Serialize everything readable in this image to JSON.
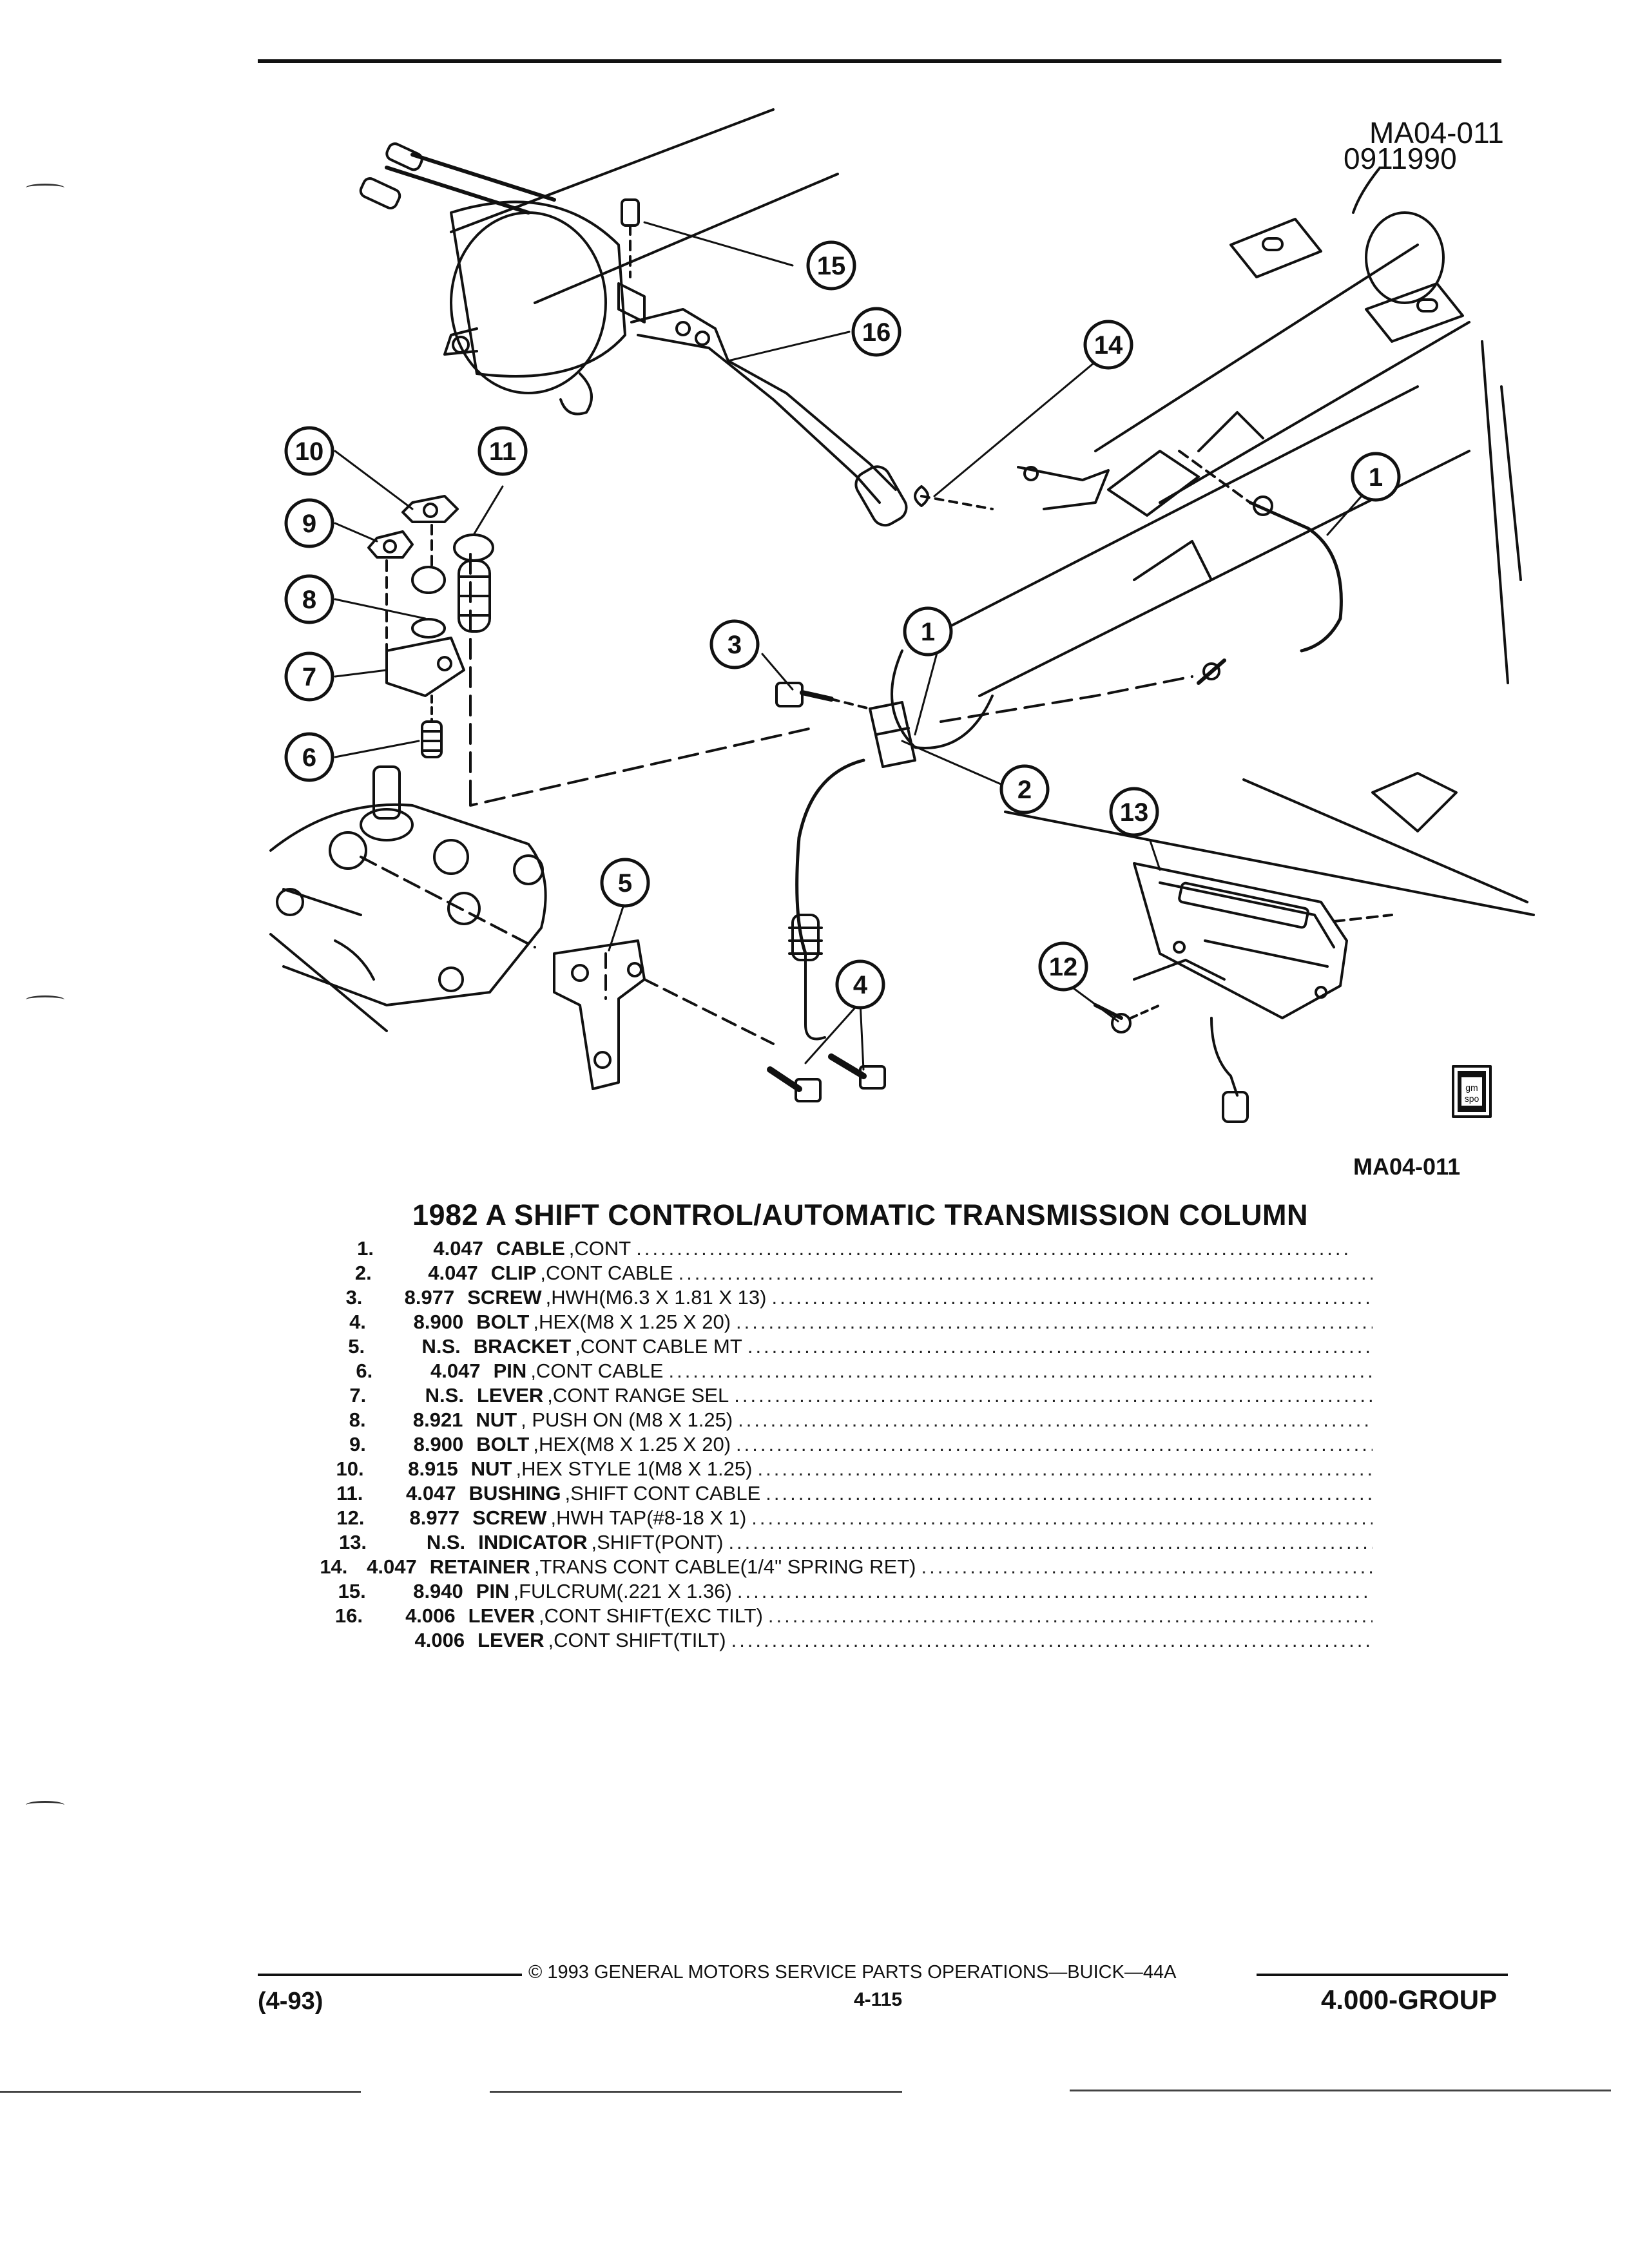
{
  "figure": {
    "id_top": "MA04-011",
    "code_top": "0911990",
    "id_bottom": "MA04-011",
    "gmspo_logo": "gm spo",
    "callouts": [
      "1",
      "1",
      "2",
      "3",
      "4",
      "5",
      "6",
      "7",
      "8",
      "9",
      "10",
      "11",
      "12",
      "13",
      "14",
      "15",
      "16"
    ]
  },
  "title": "1982 A SHIFT CONTROL/AUTOMATIC TRANSMISSION COLUMN",
  "parts": [
    {
      "num": "1.",
      "group": "4.047",
      "name": "CABLE",
      "desc": ",CONT"
    },
    {
      "num": "2.",
      "group": "4.047",
      "name": "CLIP",
      "desc": ",CONT CABLE"
    },
    {
      "num": "3.",
      "group": "8.977",
      "name": "SCREW",
      "desc": ",HWH(M6.3 X 1.81 X 13)"
    },
    {
      "num": "4.",
      "group": "8.900",
      "name": "BOLT",
      "desc": ",HEX(M8 X 1.25 X 20)"
    },
    {
      "num": "5.",
      "group": "N.S.",
      "name": "BRACKET",
      "desc": ",CONT CABLE MT"
    },
    {
      "num": "6.",
      "group": "4.047",
      "name": "PIN",
      "desc": ",CONT CABLE"
    },
    {
      "num": "7.",
      "group": "N.S.",
      "name": "LEVER",
      "desc": ",CONT RANGE SEL"
    },
    {
      "num": "8.",
      "group": "8.921",
      "name": "NUT",
      "desc": ", PUSH ON (M8 X 1.25)"
    },
    {
      "num": "9.",
      "group": "8.900",
      "name": "BOLT",
      "desc": ",HEX(M8 X 1.25 X 20)"
    },
    {
      "num": "10.",
      "group": "8.915",
      "name": "NUT",
      "desc": ",HEX STYLE 1(M8 X 1.25)"
    },
    {
      "num": "11.",
      "group": "4.047",
      "name": "BUSHING",
      "desc": ",SHIFT CONT CABLE"
    },
    {
      "num": "12.",
      "group": "8.977",
      "name": "SCREW",
      "desc": ",HWH TAP(#8-18 X 1)"
    },
    {
      "num": "13.",
      "group": "N.S.",
      "name": "INDICATOR",
      "desc": ",SHIFT(PONT)"
    },
    {
      "num": "14.",
      "group": "4.047",
      "name": "RETAINER",
      "desc": ",TRANS CONT CABLE(1/4\" SPRING RET)"
    },
    {
      "num": "15.",
      "group": "8.940",
      "name": "PIN",
      "desc": ",FULCRUM(.221 X 1.36)"
    },
    {
      "num": "16.",
      "group": "4.006",
      "name": "LEVER",
      "desc": ",CONT SHIFT(EXC TILT)"
    },
    {
      "num": "",
      "group": "4.006",
      "name": "LEVER",
      "desc": ",CONT SHIFT(TILT)"
    }
  ],
  "footer": {
    "copyright": "© 1993 GENERAL MOTORS SERVICE PARTS OPERATIONS—BUICK—44A",
    "date_code": "(4-93)",
    "page": "4-115",
    "group": "4.000-GROUP"
  }
}
